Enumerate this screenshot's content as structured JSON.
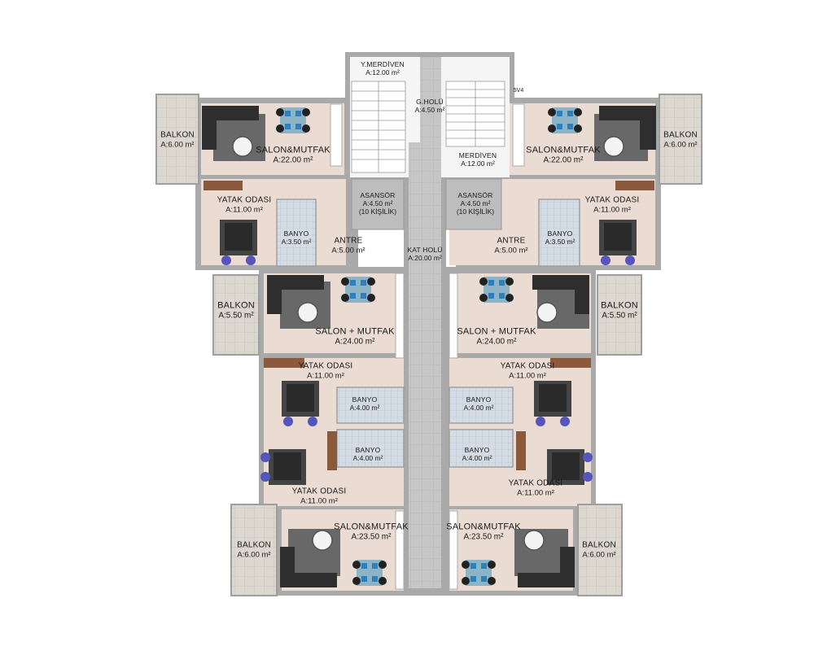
{
  "rooms": {
    "y_merdiven": {
      "name": "Y.MERDİVEN",
      "area": "A:12.00 m²"
    },
    "g_holu": {
      "name": "G.HOLÜ",
      "area": "A:4.50 m²"
    },
    "merdiven": {
      "name": "MERDİVEN",
      "area": "A:12.00 m²"
    },
    "asansor_l": {
      "name": "ASANSÖR",
      "area": "A:4.50 m²",
      "note": "(10 KİŞİLİK)"
    },
    "asansor_r": {
      "name": "ASANSÖR",
      "area": "A:4.50 m²",
      "note": "(10 KİŞİLİK)"
    },
    "kat_holu": {
      "name": "KAT HOLÜ",
      "area": "A:20.00 m²"
    },
    "balkon_tl": {
      "name": "BALKON",
      "area": "A:6.00 m²"
    },
    "balkon_tr": {
      "name": "BALKON",
      "area": "A:6.00 m²"
    },
    "salon_tl": {
      "name": "SALON&MUTFAK",
      "area": "A:22.00 m²"
    },
    "salon_tr": {
      "name": "SALON&MUTFAK",
      "area": "A:22.00 m²"
    },
    "yatak_tl": {
      "name": "YATAK ODASI",
      "area": "A:11.00 m²"
    },
    "yatak_tr": {
      "name": "YATAK ODASI",
      "area": "A:11.00 m²"
    },
    "banyo_tl": {
      "name": "BANYO",
      "area": "A:3.50 m²"
    },
    "banyo_tr": {
      "name": "BANYO",
      "area": "A:3.50 m²"
    },
    "antre_l": {
      "name": "ANTRE",
      "area": "A:5.00 m²"
    },
    "antre_r": {
      "name": "ANTRE",
      "area": "A:5.00 m²"
    },
    "balkon_ml": {
      "name": "BALKON",
      "area": "A:5.50 m²"
    },
    "balkon_mr": {
      "name": "BALKON",
      "area": "A:5.50 m²"
    },
    "salon_ml": {
      "name": "SALON + MUTFAK",
      "area": "A:24.00 m²"
    },
    "salon_mr": {
      "name": "SALON + MUTFAK",
      "area": "A:24.00 m²"
    },
    "yatak_ml1": {
      "name": "YATAK ODASI",
      "area": "A:11.00 m²"
    },
    "yatak_mr1": {
      "name": "YATAK ODASI",
      "area": "A:11.00 m²"
    },
    "banyo_ml1": {
      "name": "BANYO",
      "area": "A:4.00 m²"
    },
    "banyo_mr1": {
      "name": "BANYO",
      "area": "A:4.00 m²"
    },
    "banyo_ml2": {
      "name": "BANYO",
      "area": "A:4.00 m²"
    },
    "banyo_mr2": {
      "name": "BANYO",
      "area": "A:4.00 m²"
    },
    "yatak_ml2": {
      "name": "YATAK ODASI",
      "area": "A:11.00 m²"
    },
    "yatak_mr2": {
      "name": "YATAK ODASI",
      "area": "A:11.00 m²"
    },
    "balkon_bl": {
      "name": "BALKON",
      "area": "A:6.00 m²"
    },
    "balkon_br": {
      "name": "BALKON",
      "area": "A:6.00 m²"
    },
    "salon_bl": {
      "name": "SALON&MUTFAK",
      "area": "A:23.50 m²"
    },
    "salon_br": {
      "name": "SALON&MUTFAK",
      "area": "A:23.50 m²"
    }
  },
  "shaft_label": "5V4",
  "colors": {
    "wall": "#a9a9a9",
    "floor": "#eadcd3",
    "corridor": "#c9c9c9",
    "balcony": "#dcd8d0",
    "bath": "#d5dde6",
    "sofa": "#2e2e2e",
    "chair": "#2f7fb8",
    "wardrobe": "#8b5a3c"
  }
}
